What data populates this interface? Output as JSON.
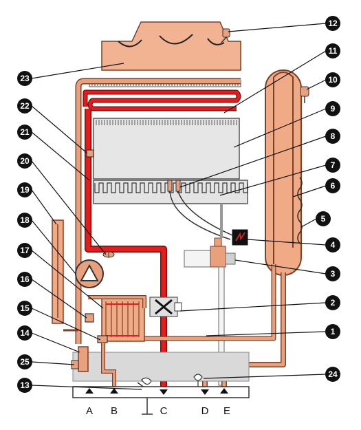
{
  "colors": {
    "hot": "#e11d1d",
    "hot_outline": "#7a0a0a",
    "cold": "#e8a17c",
    "cold_outline": "#7a4028",
    "gray": "#d8d8d8",
    "callout": "#111111"
  },
  "callouts": [
    {
      "id": "c1",
      "label": "1"
    },
    {
      "id": "c2",
      "label": "2"
    },
    {
      "id": "c3",
      "label": "3"
    },
    {
      "id": "c4",
      "label": "4"
    },
    {
      "id": "c5",
      "label": "5"
    },
    {
      "id": "c6",
      "label": "6"
    },
    {
      "id": "c7",
      "label": "7"
    },
    {
      "id": "c8",
      "label": "8"
    },
    {
      "id": "c9",
      "label": "9"
    },
    {
      "id": "c10",
      "label": "10"
    },
    {
      "id": "c11",
      "label": "11"
    },
    {
      "id": "c12",
      "label": "12"
    },
    {
      "id": "c13",
      "label": "13"
    },
    {
      "id": "c14",
      "label": "14"
    },
    {
      "id": "c15",
      "label": "15"
    },
    {
      "id": "c16",
      "label": "16"
    },
    {
      "id": "c17",
      "label": "17"
    },
    {
      "id": "c18",
      "label": "18"
    },
    {
      "id": "c19",
      "label": "19"
    },
    {
      "id": "c20",
      "label": "20"
    },
    {
      "id": "c21",
      "label": "21"
    },
    {
      "id": "c22",
      "label": "22"
    },
    {
      "id": "c23",
      "label": "23"
    },
    {
      "id": "c24",
      "label": "24"
    },
    {
      "id": "c25",
      "label": "25"
    }
  ],
  "ports": [
    {
      "id": "pA",
      "label": "A"
    },
    {
      "id": "pB",
      "label": "B"
    },
    {
      "id": "pC",
      "label": "C"
    },
    {
      "id": "pD",
      "label": "D"
    },
    {
      "id": "pE",
      "label": "E"
    }
  ]
}
